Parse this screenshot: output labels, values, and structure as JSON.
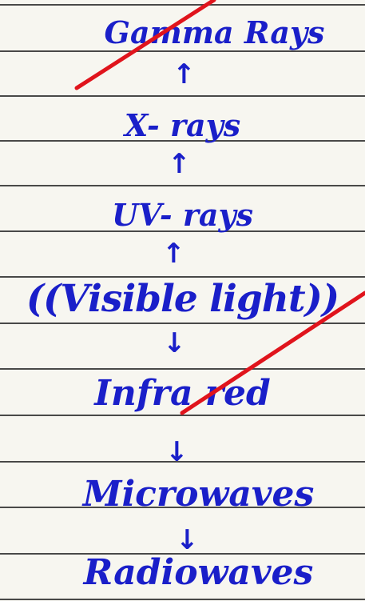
{
  "notes": {
    "items": [
      {
        "text": "Gamma Rays"
      },
      {
        "text": "X- rays"
      },
      {
        "text": "UV- rays"
      },
      {
        "text": "((Visible light))"
      },
      {
        "text": "Infra red"
      },
      {
        "text": "Microwaves"
      },
      {
        "text": "Radiowaves"
      }
    ],
    "arrows": [
      "↑",
      "↑",
      "↑",
      "↓",
      "↓",
      "↓"
    ]
  },
  "colors": {
    "ink": "#1a1fc9",
    "strike": "#e0141c",
    "paper": "#f7f6f0",
    "rule": "#2b2b2b"
  }
}
